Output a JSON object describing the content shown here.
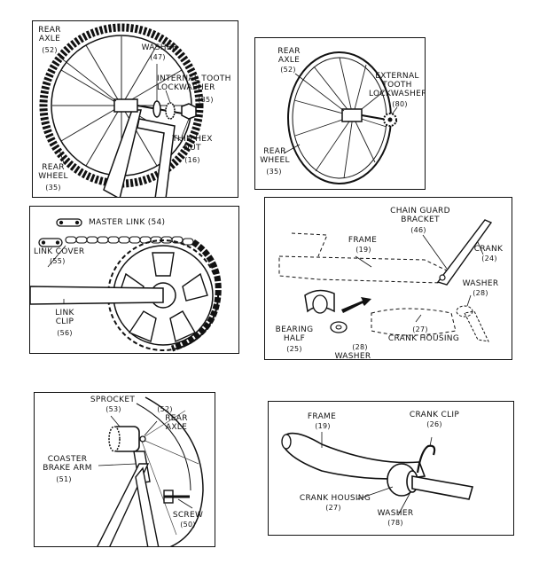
{
  "panels": [
    {
      "labels": {
        "rear_axle": "REAR\nAXLE",
        "rear_axle_num": "(52)",
        "washer": "WASHER",
        "washer_num": "(47)",
        "lockwasher": "INTERNAL TOOTH\nLOCKWASHER",
        "lockwasher_num": "(85)",
        "hex_nut": "THIN HEX\nNUT",
        "hex_nut_num": "(16)",
        "rear_wheel": "REAR\nWHEEL",
        "rear_wheel_num": "(35)"
      }
    },
    {
      "labels": {
        "rear_axle": "REAR\nAXLE",
        "rear_axle_num": "(52)",
        "ext_lockwasher": "EXTERNAL\nTOOTH\nLOCKWASHER",
        "ext_lockwasher_num": "(80)",
        "rear_wheel": "REAR\nWHEEL",
        "rear_wheel_num": "(35)"
      }
    },
    {
      "labels": {
        "master_link": "MASTER LINK (54)",
        "link_cover": "LINK COVER",
        "link_cover_num": "(55)",
        "link_clip": "LINK\nCLIP",
        "link_clip_num": "(56)"
      }
    },
    {
      "labels": {
        "chain_guard_bracket": "CHAIN GUARD\nBRACKET",
        "chain_guard_bracket_num": "(46)",
        "frame": "FRAME",
        "frame_num": "(19)",
        "crank": "CRANK",
        "crank_num": "(24)",
        "washer": "WASHER",
        "washer_num": "(28)",
        "bearing_half": "BEARING\nHALF",
        "bearing_half_num": "(25)",
        "washer2_num": "(28)",
        "washer2": "WASHER",
        "crank_housing_num": "(27)",
        "crank_housing": "CRANK HOUSING"
      }
    },
    {
      "labels": {
        "sprocket": "SPROCKET",
        "sprocket_num": "(53)",
        "rear_axle_num": "(52)",
        "rear_axle": "REAR\nAXLE",
        "coaster_brake_arm": "COASTER\nBRAKE ARM",
        "coaster_brake_arm_num": "(51)",
        "screw": "SCREW",
        "screw_num": "(50)"
      }
    },
    {
      "labels": {
        "frame": "FRAME",
        "frame_num": "(19)",
        "crank_clip": "CRANK CLIP",
        "crank_clip_num": "(26)",
        "crank_housing": "CRANK HOUSING",
        "crank_housing_num": "(27)",
        "washer": "WASHER",
        "washer_num": "(78)"
      }
    }
  ]
}
